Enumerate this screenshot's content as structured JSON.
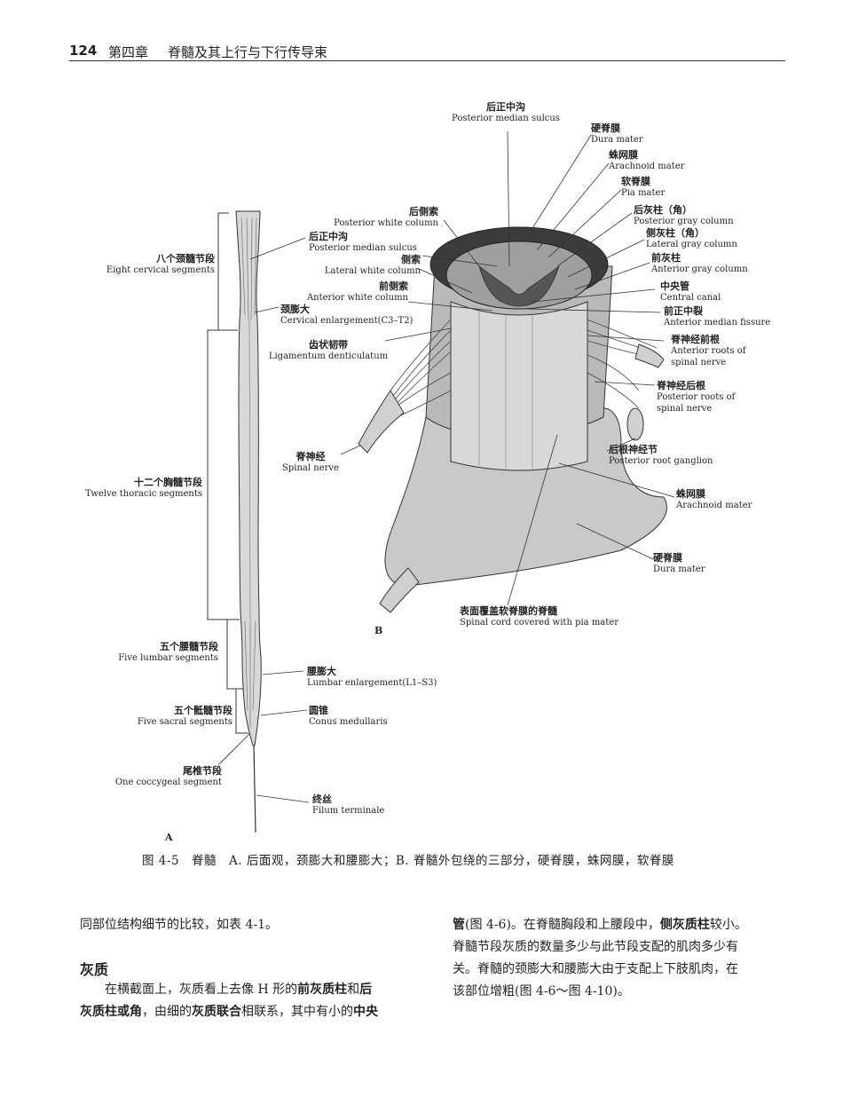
{
  "header": {
    "page_number": "124",
    "chapter": "第四章",
    "title": "脊髓及其上行与下行传导束"
  },
  "figure": {
    "panel_a": "A",
    "panel_b": "B",
    "left_labels": [
      {
        "id": "cervical",
        "zh": "八个颈髓节段",
        "en": "Eight cervical segments"
      },
      {
        "id": "thoracic",
        "zh": "十二个胸髓节段",
        "en": "Twelve thoracic segments"
      },
      {
        "id": "lumbar",
        "zh": "五个腰髓节段",
        "en": "Five lumbar segments"
      },
      {
        "id": "sacral",
        "zh": "五个骶髓节段",
        "en": "Five sacral segments"
      },
      {
        "id": "coccygeal",
        "zh": "尾椎节段",
        "en": "One coccygeal segment"
      }
    ],
    "mid_labels": [
      {
        "id": "post-white",
        "zh": "后侧索",
        "en": "Posterior white column"
      },
      {
        "id": "post-median-sulcus-a",
        "zh": "后正中沟",
        "en": "Posterior median sulcus"
      },
      {
        "id": "lateral-white",
        "zh": "侧索",
        "en": "Lateral white column"
      },
      {
        "id": "ant-white",
        "zh": "前侧索",
        "en": "Anterior white column"
      },
      {
        "id": "cervical-enl",
        "zh": "颈膨大",
        "en": "Cervical enlargement(C3–T2)"
      },
      {
        "id": "denticulate",
        "zh": "齿状韧带",
        "en": "Ligamentum denticulatum"
      },
      {
        "id": "spinal-nerve",
        "zh": "脊神经",
        "en": "Spinal nerve"
      },
      {
        "id": "lumbar-enl",
        "zh": "腰膨大",
        "en": "Lumbar enlargement(L1–S3)"
      },
      {
        "id": "conus",
        "zh": "圆锥",
        "en": "Conus medullaris"
      },
      {
        "id": "filum",
        "zh": "终丝",
        "en": "Filum terminale"
      }
    ],
    "top_label": {
      "zh": "后正中沟",
      "en": "Posterior median sulcus"
    },
    "right_labels": [
      {
        "id": "dura-top",
        "zh": "硬脊膜",
        "en": "Dura mater"
      },
      {
        "id": "arachnoid-top",
        "zh": "蛛网膜",
        "en": "Arachnoid mater"
      },
      {
        "id": "pia",
        "zh": "软脊膜",
        "en": "Pia mater"
      },
      {
        "id": "post-gray",
        "zh": "后灰柱（角）",
        "en": "Posterior gray column"
      },
      {
        "id": "lat-gray",
        "zh": "侧灰柱（角）",
        "en": "Lateral gray column"
      },
      {
        "id": "ant-gray",
        "zh": "前灰柱",
        "en": "Anterior gray column"
      },
      {
        "id": "central-canal",
        "zh": "中央管",
        "en": "Central canal"
      },
      {
        "id": "ant-fissure",
        "zh": "前正中裂",
        "en": "Anterior median fissure"
      },
      {
        "id": "ant-roots",
        "zh": "脊神经前根",
        "en1": "Anterior roots of",
        "en2": "spinal nerve"
      },
      {
        "id": "post-roots",
        "zh": "脊神经后根",
        "en1": "Posterior roots of",
        "en2": "spinal nerve"
      },
      {
        "id": "ganglion",
        "zh": "后根神经节",
        "en": "Posterior root ganglion"
      },
      {
        "id": "arachnoid-low",
        "zh": "蛛网膜",
        "en": "Arachnoid mater"
      },
      {
        "id": "dura-low",
        "zh": "硬脊膜",
        "en": "Dura mater"
      }
    ],
    "bottom_label": {
      "zh": "表面覆盖软脊膜的脊髓",
      "en": "Spinal cord covered with pia mater"
    },
    "caption": "图 4-5　脊髓　A. 后面观，颈膨大和腰膨大；B. 脊髓外包绕的三部分，硬脊膜，蛛网膜，软脊膜"
  },
  "text": {
    "left_line1": "同部位结构细节的比较，如表 4-1。",
    "heading": "灰质",
    "left_p1": "在横截面上，灰质看上去像 H 形的",
    "left_b1": "前灰质柱",
    "left_p2": "和",
    "left_b2": "后",
    "left_b3": "灰质柱或角",
    "left_p3": "，由细的",
    "left_b4": "灰质联合",
    "left_p4": "相联系，其中有小的",
    "left_b5": "中央",
    "right_b1": "管",
    "right_p1": "(图 4-6)。在脊髓胸段和上腰段中，",
    "right_b2": "侧灰质柱",
    "right_p2": "较小。",
    "right_line2": "脊髓节段灰质的数量多少与此节段支配的肌肉多少有",
    "right_line3": "关。脊髓的颈膨大和腰膨大由于支配上下肢肌肉，在",
    "right_line4": "该部位增粗(图 4-6～图 4-10)。"
  }
}
